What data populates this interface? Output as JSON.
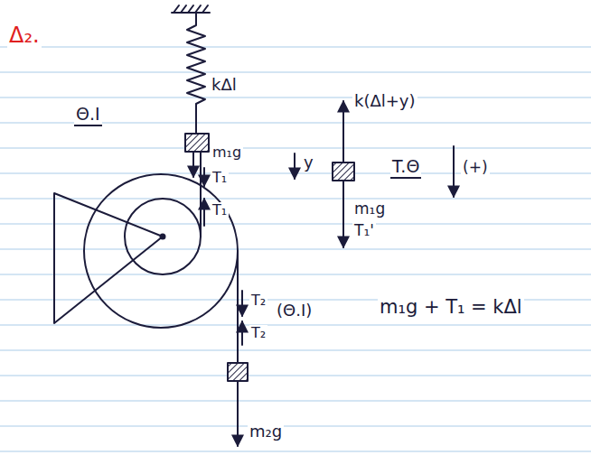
{
  "diagram": {
    "labels": [
      "Δ₂.",
      "kΔl",
      "Θ.I",
      "k(Δl+y)",
      "T.Θ",
      "(+)",
      "m₁g",
      "y",
      "T₁",
      "T₁",
      "m₁g",
      "T₁'",
      "T₂",
      "T₂",
      "(Θ.I)",
      "m₁g + T₁ = kΔl",
      "m₂g"
    ]
  }
}
